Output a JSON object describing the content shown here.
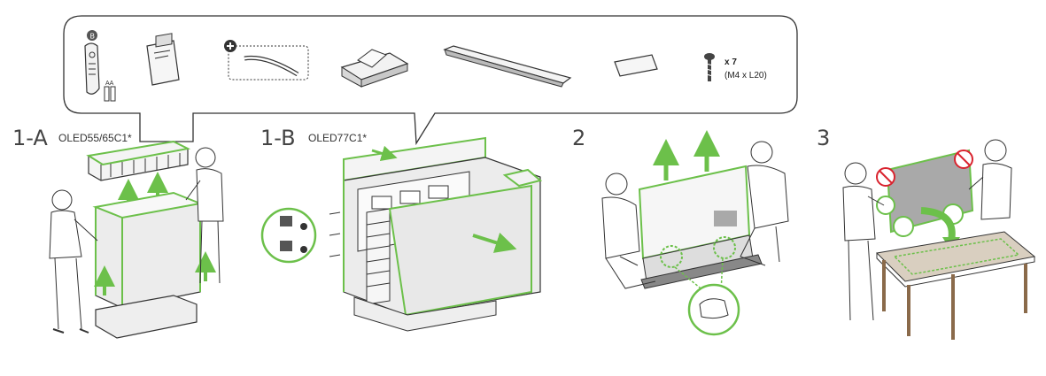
{
  "colors": {
    "accent_green": "#6cc04a",
    "line": "#333333",
    "panel_gray": "#e6e6e6",
    "screen_gray": "#a9a9a9",
    "warning_red": "#d9232e",
    "table_top": "#d9cfc0",
    "table_wood": "#8a6a4a"
  },
  "accessories": {
    "remote_icon": "remote-with-batteries-icon",
    "battery_label": "AA",
    "manual_icon": "manual-icon",
    "cable_holder_icon": "cable-holder-icon",
    "stand_base_icon": "stand-base-icon",
    "stand_bar_icon": "stand-bar-icon",
    "guide_icon": "guide-plate-icon",
    "screw_icon": "screw-icon",
    "screw_quantity": "x 7",
    "screw_spec": "(M4 x L20)"
  },
  "steps": [
    {
      "number": "1-A",
      "model": "OLED55/65C1*"
    },
    {
      "number": "1-B",
      "model": "OLED77C1*"
    },
    {
      "number": "2",
      "model": ""
    },
    {
      "number": "3",
      "model": ""
    }
  ]
}
